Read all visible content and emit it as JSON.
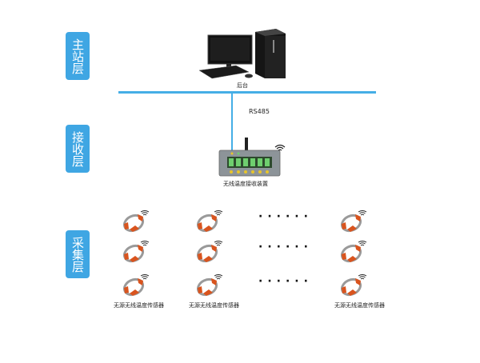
{
  "layers": [
    {
      "id": "master",
      "label": "主站层"
    },
    {
      "id": "receive",
      "label": "接收层"
    },
    {
      "id": "collect",
      "label": "采集层"
    }
  ],
  "master_station": {
    "device_label": "后台",
    "icon": "desktop-computer-icon"
  },
  "link": {
    "protocol_label": "RS485"
  },
  "receiver": {
    "device_label": "无线温度接收装置",
    "icon": "receiver-device-icon"
  },
  "sensors": {
    "icon": "ring-sensor-icon",
    "column_labels": [
      "无源无线温度传感器",
      "无源无线温度传感器",
      "无源无线温度传感器"
    ],
    "ellipsis": "······",
    "rows": 3
  },
  "colors": {
    "accent": "#3fa6e3",
    "bus": "#45aee6",
    "sensor": "#d9541e",
    "ring": "#9a9a9a"
  }
}
